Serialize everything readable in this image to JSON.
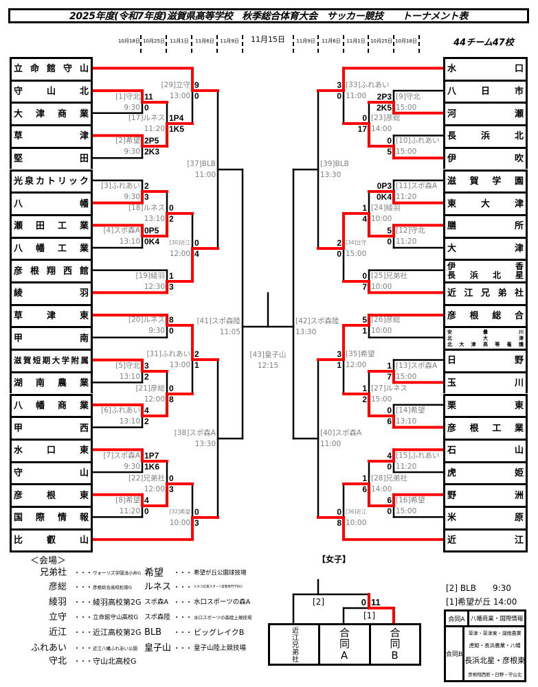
{
  "title": "2025年度(令和7年度)滋賀県高等学校　秋季総合体育大会　サッカー競技　　トーナメント表",
  "team_summary": "44チーム47校",
  "dates": {
    "left": [
      "10月18日",
      "10月25日",
      "11月1日",
      "11月6日",
      "11月9日"
    ],
    "final": "11月15日",
    "right": [
      "11月9日",
      "11月6日",
      "11月1日",
      "10月25日",
      "10月18日"
    ]
  },
  "colors": {
    "winner_path": "#ff0000",
    "line": "#000000",
    "match_label": "#808080",
    "score": "#000000"
  },
  "teams": {
    "left": [
      {
        "name": "立命館守山"
      },
      {
        "name": "守山北"
      },
      {
        "name": "大津商業"
      },
      {
        "name": "草津"
      },
      {
        "name": "堅田"
      },
      {
        "name": "光泉カトリック"
      },
      {
        "name": "八幡"
      },
      {
        "name": "瀬田工業"
      },
      {
        "name": "八幡工業"
      },
      {
        "name": "彦根翔西館"
      },
      {
        "name": "綾羽"
      },
      {
        "name": "草津東"
      },
      {
        "name": "甲南"
      },
      {
        "name": "滋賀短期大学附属"
      },
      {
        "name": "湖南農業"
      },
      {
        "name": "八幡商業"
      },
      {
        "name": "甲西"
      },
      {
        "name": "水口東"
      },
      {
        "name": "守山"
      },
      {
        "name": "彦根東"
      },
      {
        "name": "国際情報"
      },
      {
        "name": "比叡山"
      }
    ],
    "right": [
      {
        "name": "水口"
      },
      {
        "name": "八日市"
      },
      {
        "name": "河瀬"
      },
      {
        "name": "長浜北"
      },
      {
        "name": "伊吹"
      },
      {
        "name": "滋賀学園"
      },
      {
        "name": "東大津"
      },
      {
        "name": "膳所"
      },
      {
        "name": "大津"
      },
      {
        "lines": [
          "伊香",
          "長浜北星"
        ]
      },
      {
        "name": "近江兄弟社"
      },
      {
        "name": "彦根総合"
      },
      {
        "lines": [
          "安曇川",
          "北大津",
          "北大津高等養護"
        ]
      },
      {
        "name": "日野"
      },
      {
        "name": "玉川"
      },
      {
        "name": "栗東"
      },
      {
        "name": "彦根工業"
      },
      {
        "name": "石山"
      },
      {
        "name": "虎姫"
      },
      {
        "name": "野洲"
      },
      {
        "name": "米原"
      },
      {
        "name": "近江"
      }
    ]
  },
  "matches": [
    {
      "id": 1,
      "side": "L",
      "label": "[1]守北",
      "time": "9:30",
      "score_top": "11",
      "score_bottom": "0",
      "winner": "top"
    },
    {
      "id": 2,
      "side": "L",
      "label": "[2]希望",
      "time": "9:30",
      "score_top": "2P5",
      "score_bottom": "2K3",
      "winner": "top"
    },
    {
      "id": 3,
      "side": "L",
      "label": "[3]ふれあい",
      "time": "9:30",
      "score_top": "2",
      "score_bottom": "3",
      "winner": "bottom"
    },
    {
      "id": 4,
      "side": "L",
      "label": "[4]スポ森A",
      "time": "13:10",
      "score_top": "0P5",
      "score_bottom": "0K4",
      "winner": "top"
    },
    {
      "id": 5,
      "side": "L",
      "label": "[5]守北",
      "time": "13:10",
      "score_top": "3",
      "score_bottom": "2",
      "winner": "top"
    },
    {
      "id": 6,
      "side": "L",
      "label": "[6]ふれあい",
      "time": "13:10",
      "score_top": "4",
      "score_bottom": "2",
      "winner": "top"
    },
    {
      "id": 7,
      "side": "L",
      "label": "[7]スポ森A",
      "time": "9:30",
      "score_top": "1P7",
      "score_bottom": "1K6",
      "winner": "top"
    },
    {
      "id": 8,
      "side": "L",
      "label": "[8]希望",
      "time": "11:20",
      "score_top": "4",
      "score_bottom": "0",
      "winner": "top"
    },
    {
      "id": 9,
      "side": "R",
      "label": "[9]守北",
      "time": "15:00",
      "score_top": "2P3",
      "score_bottom": "2K5",
      "winner": "bottom"
    },
    {
      "id": 10,
      "side": "R",
      "label": "[10]ふれあい",
      "time": "15:00",
      "score_top": "0",
      "score_bottom": "5",
      "winner": "bottom"
    },
    {
      "id": 11,
      "side": "R",
      "label": "[11]スポ森A",
      "time": "11:20",
      "score_top": "0P3",
      "score_bottom": "0K4",
      "winner": "bottom"
    },
    {
      "id": 12,
      "side": "R",
      "label": "[12]守北",
      "time": "11:20",
      "score_top": "5",
      "score_bottom": "0",
      "winner": "top"
    },
    {
      "id": 13,
      "side": "R",
      "label": "[13]スポ森A",
      "time": "15:00",
      "score_top": "1",
      "score_bottom": "7",
      "winner": "bottom"
    },
    {
      "id": 14,
      "side": "R",
      "label": "[14]希望",
      "time": "13:10",
      "score_top": "0",
      "score_bottom": "6",
      "winner": "bottom"
    },
    {
      "id": 15,
      "side": "R",
      "label": "[15]ふれあい",
      "time": "11:20",
      "score_top": "4",
      "score_bottom": "0",
      "winner": "top"
    },
    {
      "id": 16,
      "side": "R",
      "label": "[16]希望",
      "time": "15:00",
      "score_top": "6",
      "score_bottom": "0",
      "winner": "top"
    },
    {
      "id": 17,
      "side": "L",
      "label": "[17]ルネス",
      "time": "11:20",
      "score_top": "1P4",
      "score_bottom": "1K5",
      "winner": "bottom"
    },
    {
      "id": 18,
      "side": "L",
      "label": "[18]ルネス",
      "time": "13:10",
      "score_top": "0",
      "score_bottom": "2",
      "winner": "bottom"
    },
    {
      "id": 19,
      "side": "L",
      "label": "[19]綾羽",
      "time": "12:30",
      "score_top": "1",
      "score_bottom": "3",
      "winner": "bottom"
    },
    {
      "id": 20,
      "side": "L",
      "label": "[20]ルネス",
      "time": "9:30",
      "score_top": "8",
      "score_bottom": "0",
      "winner": "top"
    },
    {
      "id": 21,
      "side": "L",
      "label": "[21]彦総",
      "time": "12:00",
      "score_top": "0",
      "score_bottom": "8",
      "winner": "bottom"
    },
    {
      "id": 22,
      "side": "L",
      "label": "[22]兄弟社",
      "time": "12:00",
      "score_top": "0",
      "score_bottom": "3",
      "winner": "bottom"
    },
    {
      "id": 23,
      "side": "R",
      "label": "[23]彦総",
      "time": "14:00",
      "score_top": "0",
      "score_bottom": "17",
      "winner": "bottom"
    },
    {
      "id": 24,
      "side": "R",
      "label": "[24]綾羽",
      "time": "10:00",
      "score_top": "1",
      "score_bottom": "4",
      "winner": "bottom"
    },
    {
      "id": 25,
      "side": "R",
      "label": "[25]兄弟社",
      "time": "10:00",
      "score_top": "0",
      "score_bottom": "7",
      "winner": "bottom"
    },
    {
      "id": 26,
      "side": "R",
      "label": "[26]彦総",
      "time": "10:00",
      "score_top": "5",
      "score_bottom": "1",
      "winner": "top"
    },
    {
      "id": 27,
      "side": "R",
      "label": "[27]ルネス",
      "time": "15:00",
      "score_top": "1",
      "score_bottom": "2",
      "winner": "bottom"
    },
    {
      "id": 28,
      "side": "R",
      "label": "[28]兄弟社",
      "time": "14:00",
      "score_top": "1",
      "score_bottom": "6",
      "winner": "bottom"
    },
    {
      "id": 29,
      "side": "L",
      "label": "[29]立守",
      "time": "13:00",
      "score_top": "9",
      "score_bottom": "0",
      "winner": "top"
    },
    {
      "id": 30,
      "side": "L",
      "label": "[30]近江",
      "time": "12:00",
      "score_top": "0",
      "score_bottom": "4",
      "winner": "bottom"
    },
    {
      "id": 31,
      "side": "L",
      "label": "[31]ふれあい",
      "time": "13:00",
      "score_top": "2",
      "score_bottom": "1",
      "winner": "top"
    },
    {
      "id": 32,
      "side": "L",
      "label": "[32]希望",
      "time": "10:00",
      "score_top": "0",
      "score_bottom": "3",
      "winner": "bottom"
    },
    {
      "id": 33,
      "side": "R",
      "label": "[33]ふれあい",
      "time": "11:00",
      "score_top": "3",
      "score_bottom": "0",
      "winner": "top"
    },
    {
      "id": 34,
      "side": "R",
      "label": "[34]立守",
      "time": "15:00",
      "score_top": "2",
      "score_bottom": "0",
      "winner": "top"
    },
    {
      "id": 35,
      "side": "R",
      "label": "[35]希望",
      "time": "12:00",
      "score_top": "3",
      "score_bottom": "1",
      "winner": "top"
    },
    {
      "id": 36,
      "side": "R",
      "label": "[36]近江",
      "time": "10:00",
      "score_top": "0",
      "score_bottom": "8",
      "winner": "bottom"
    },
    {
      "id": 37,
      "side": "L",
      "label": "[37]BLB",
      "time": "11:00",
      "score_top": null,
      "score_bottom": null,
      "winner": null
    },
    {
      "id": 38,
      "side": "L",
      "label": "[38]スポ森A",
      "time": "13:30",
      "score_top": null,
      "score_bottom": null,
      "winner": null
    },
    {
      "id": 39,
      "side": "R",
      "label": "[39]BLB",
      "time": "13:30",
      "score_top": null,
      "score_bottom": null,
      "winner": null
    },
    {
      "id": 40,
      "side": "R",
      "label": "[40]スポ森A",
      "time": "11:00",
      "score_top": null,
      "score_bottom": null,
      "winner": null
    },
    {
      "id": 41,
      "side": "L",
      "label": "[41]スポ森陸",
      "time": "11:05",
      "score_top": null,
      "score_bottom": null,
      "winner": null
    },
    {
      "id": 42,
      "side": "R",
      "label": "[42]スポ森陸",
      "time": "13:30",
      "score_top": null,
      "score_bottom": null,
      "winner": null
    },
    {
      "id": 43,
      "side": "C",
      "label": "[43]皇子山",
      "time": "12:15",
      "score_top": null,
      "score_bottom": null,
      "winner": null
    }
  ],
  "venues": {
    "title": "＜会場＞",
    "left": [
      {
        "abbr": "兄弟社",
        "sep": "・・・",
        "name": "ヴォーリズ学園浅小井G"
      },
      {
        "abbr": "彦総",
        "sep": "・・・",
        "name": "彦根総合高校松陵G"
      },
      {
        "abbr": "綾羽",
        "sep": "・・・",
        "name": "綾羽高校第2G"
      },
      {
        "abbr": "立守",
        "sep": "・・・",
        "name": "立命館守山高校G"
      },
      {
        "abbr": "近江",
        "sep": "・・・",
        "name": "近江高校第2G"
      },
      {
        "abbr": "ふれあい",
        "sep": "・・・",
        "name": "近江八幡ふれあい公園"
      },
      {
        "abbr": "守北",
        "sep": "・・・",
        "name": "守山北高校G"
      }
    ],
    "right": [
      {
        "abbr": "希望",
        "sep": "・・・",
        "name": "希望が丘公園球技場"
      },
      {
        "abbr": "ルネス",
        "sep": "・・・",
        "name": "ルネス紅葉スポーツ柔整専門学校G"
      },
      {
        "abbr": "スポ森A",
        "sep": "・・・",
        "name": "水口スポーツの森A"
      },
      {
        "abbr": "スポ森陸",
        "sep": "・・・",
        "name": "水口スポーツの森陸上競技場"
      },
      {
        "abbr": "BLB",
        "sep": "・・・",
        "name": "ビッグレイクB"
      },
      {
        "abbr": "皇子山",
        "sep": "・・・",
        "name": "皇子山陸上競技場"
      }
    ]
  },
  "women": {
    "title": "【女子】",
    "teams": [
      "近江兄弟社",
      "合同A",
      "合同B"
    ],
    "matches": [
      {
        "label": "[1]",
        "score_left": "0",
        "score_right": "11",
        "winner": "right"
      },
      {
        "label": "[2]",
        "winner": null
      }
    ],
    "schedule": [
      "[2] BLB　　9:30",
      "[1]希望が丘 14:00"
    ],
    "composition": [
      {
        "team": "合同A",
        "schools": [
          "八幡商業・国際情報"
        ]
      },
      {
        "team": "合同B",
        "schools": [
          "草津・草津東・湖南農業",
          "虎姫・長浜農業・八幡",
          "長浜北星・彦根東",
          "彦根翔西館・日野・守山北"
        ]
      }
    ]
  }
}
